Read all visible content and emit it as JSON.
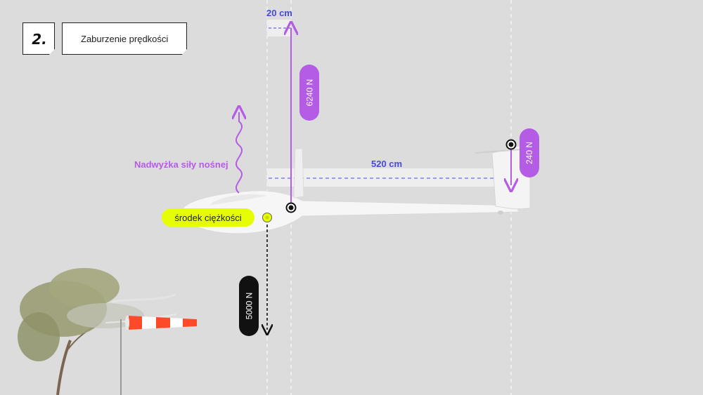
{
  "step": {
    "number": "2."
  },
  "title": {
    "text": "Zaburzenie prędkości"
  },
  "dimensions": {
    "top": "20 cm",
    "middle": "520 cm"
  },
  "forces": {
    "lift": "6240 N",
    "tail": "240 N",
    "weight": "5000 N"
  },
  "labels": {
    "excess_lift": "Nadwyżka siły nośnej",
    "center_of_gravity": "środek ciężkości"
  },
  "colors": {
    "purple": "#b45ce6",
    "blue": "#4848e0",
    "yellow": "#e6ff00",
    "black": "#111111"
  },
  "icons": {
    "windsock": "windsock-icon",
    "tree": "tree-icon",
    "glider": "glider-icon"
  }
}
